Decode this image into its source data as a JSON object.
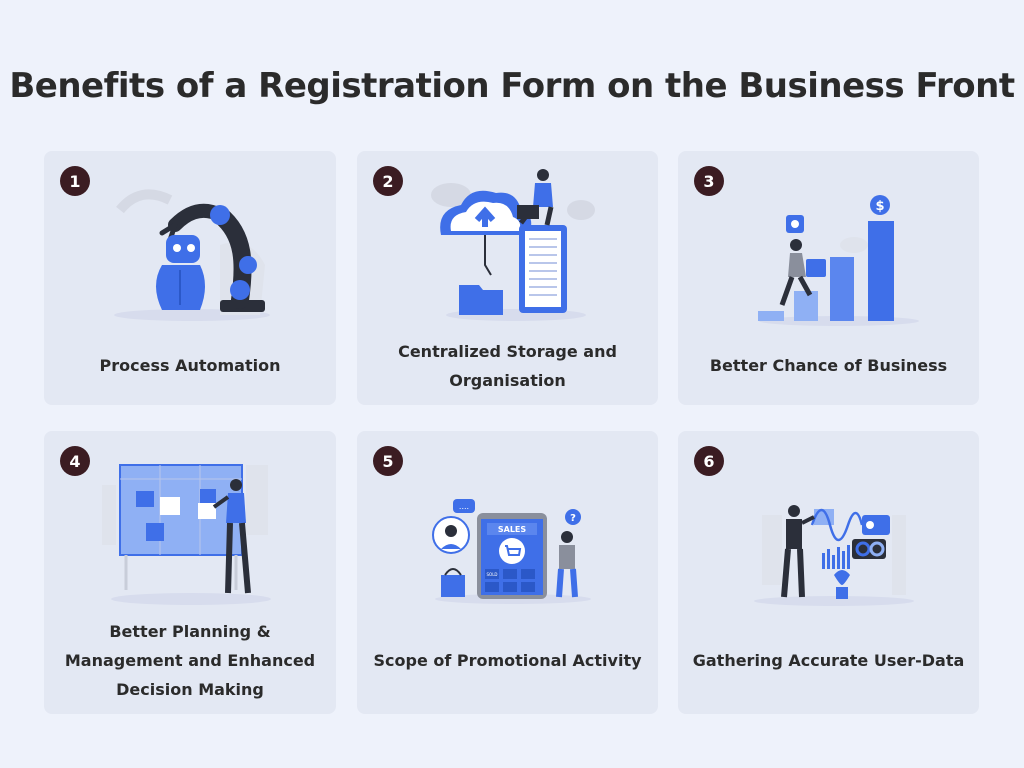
{
  "title": "Benefits of a Registration Form on the Business Front",
  "colors": {
    "background": "#eef2fb",
    "card": "#e3e8f3",
    "badge": "#3b1c22",
    "accent_blue": "#3f6fe8",
    "text": "#2b2b2b"
  },
  "cards": [
    {
      "number": "1",
      "label": "Process Automation",
      "icon": "robot-arm-illustration"
    },
    {
      "number": "2",
      "label": "Centralized Storage and Organisation",
      "icon": "cloud-storage-illustration"
    },
    {
      "number": "3",
      "label": "Better Chance of Business",
      "icon": "growth-stairs-illustration"
    },
    {
      "number": "4",
      "label": "Better Planning & Management and Enhanced Decision Making",
      "icon": "planning-board-illustration"
    },
    {
      "number": "5",
      "label": "Scope of Promotional Activity",
      "icon": "sales-phone-illustration"
    },
    {
      "number": "6",
      "label": "Gathering Accurate User-Data",
      "icon": "analytics-dashboard-illustration"
    }
  ],
  "illustration_text": {
    "sales": "SALES",
    "question": "?",
    "chat": "....",
    "dollar": "$",
    "sold": "SOLD"
  }
}
